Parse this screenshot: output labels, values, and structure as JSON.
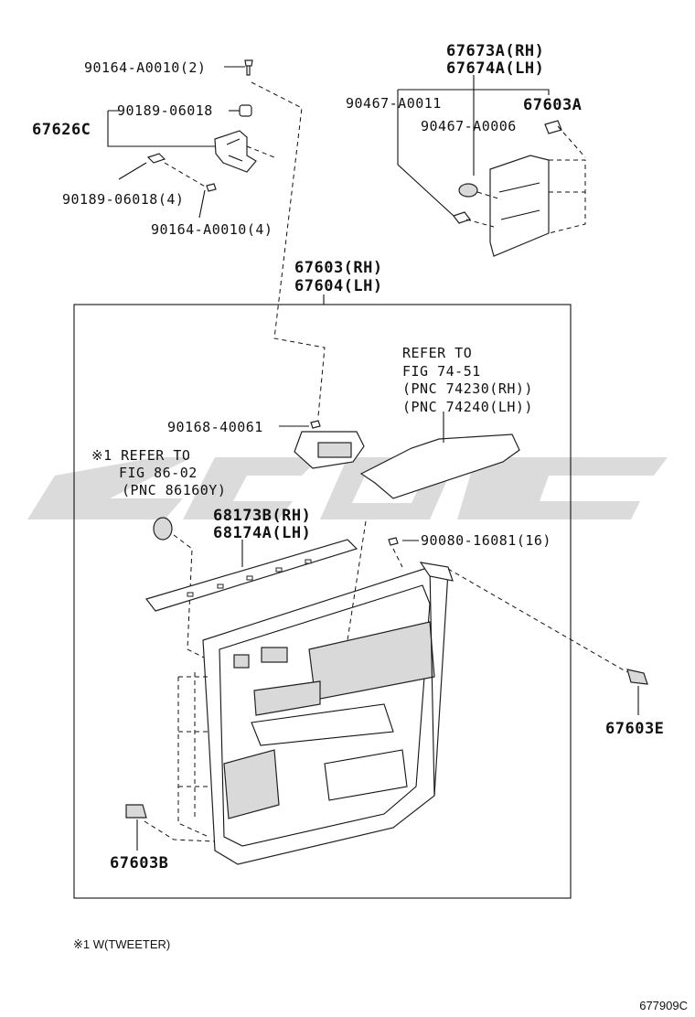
{
  "parts": {
    "bolt_top": "90164-A0010(2)",
    "nut_top": "90189-06018",
    "bracket_assy": "67626C",
    "nut_lower": "90189-06018(4)",
    "bolt_lower": "90164-A0010(4)",
    "cover_rh": "67673A(RH)",
    "cover_lh": "67674A(LH)",
    "clip_a0011": "90467-A0011",
    "clip_67603a": "67603A",
    "clip_a0006": "90467-A0006",
    "panel_rh": "67603(RH)",
    "panel_lh": "67604(LH)",
    "screw_40061": "90168-40061",
    "weatherstrip_rh": "68173B(RH)",
    "weatherstrip_lh": "68174A(LH)",
    "screw_16081": "90080-16081(16)",
    "clip_67603e": "67603E",
    "clip_67603b": "67603B"
  },
  "refs": {
    "armrest_l1": "REFER TO",
    "armrest_l2": "FIG 74-51",
    "armrest_l3": "(PNC 74230(RH))",
    "armrest_l4": "(PNC 74240(LH))",
    "tweeter_l1": "※1 REFER TO",
    "tweeter_l2": "FIG 86-02",
    "tweeter_l3": "(PNC 86160Y)"
  },
  "footnote": "※1 W(TWEETER)",
  "figure_code": "677909C"
}
